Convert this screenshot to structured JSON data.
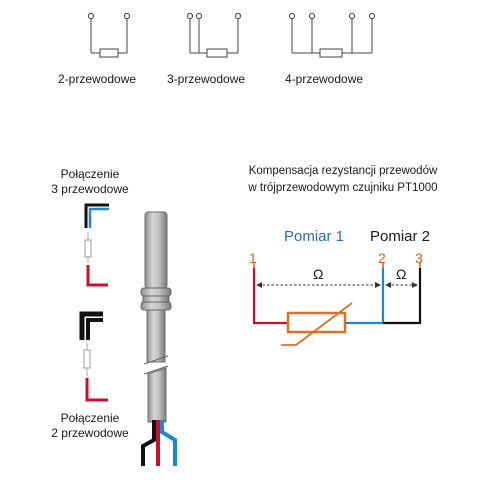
{
  "wiring_types": {
    "two_wire": "2-przewodowe",
    "three_wire": "3-przewodowe",
    "four_wire": "4-przewodowe"
  },
  "connection_labels": {
    "three_wire": [
      "Połączenie",
      "3 przewodowe"
    ],
    "two_wire": [
      "Połączenie",
      "2 przewodowe"
    ]
  },
  "compensation": {
    "title_lines": [
      "Kompensacja rezystancji przewodów",
      "w trójprzewodowym czujniku PT1000"
    ],
    "measurement_1": "Pomiar 1",
    "measurement_2": "Pomiar 2",
    "terminals": [
      "1",
      "2",
      "3"
    ],
    "resistance_symbol_1": "Ω",
    "resistance_symbol_2": "Ω"
  },
  "colors": {
    "wire_red": "#c8102e",
    "wire_blue": "#1e88d6",
    "wire_black": "#111111",
    "accent_blue": "#2a6cb0",
    "terminal_orange": "#c8641e",
    "resistor_orange": "#e07020",
    "sensor_gray": "#b9b9b9",
    "schematic_gray": "#444444"
  },
  "icons": {
    "rtd_resistor": "thermistor-resistor-icon",
    "sensor_probe": "temperature-probe-icon",
    "terminal": "open-terminal-circle-icon"
  }
}
